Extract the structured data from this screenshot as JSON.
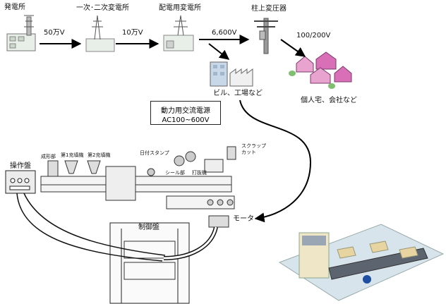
{
  "top_flow": {
    "power_plant": "発電所",
    "primary_secondary_substation": "一次･二次変電所",
    "distribution_substation": "配電用変電所",
    "pole_transformer": "柱上変圧器",
    "voltage_1": "50万V",
    "voltage_2": "10万V",
    "voltage_3": "6,600V",
    "voltage_4": "100/200V",
    "buildings_factories": "ビル、工場など",
    "homes_offices": "個人宅、会社など"
  },
  "power_source_box": {
    "line1": "動力用交流電源",
    "line2": "AC100~600V"
  },
  "machine": {
    "operation_panel": "操作盤",
    "forming_unit": "成形部",
    "filler_1": "第1充填機",
    "filler_2": "第2充填機",
    "date_stamp": "日付スタンプ",
    "seal_unit": "シール部",
    "punching_machine": "打抜機",
    "scrap_cut_line1": "スクラップ",
    "scrap_cut_line2": "カット",
    "motor": "モータ",
    "control_panel": "制御盤"
  }
}
